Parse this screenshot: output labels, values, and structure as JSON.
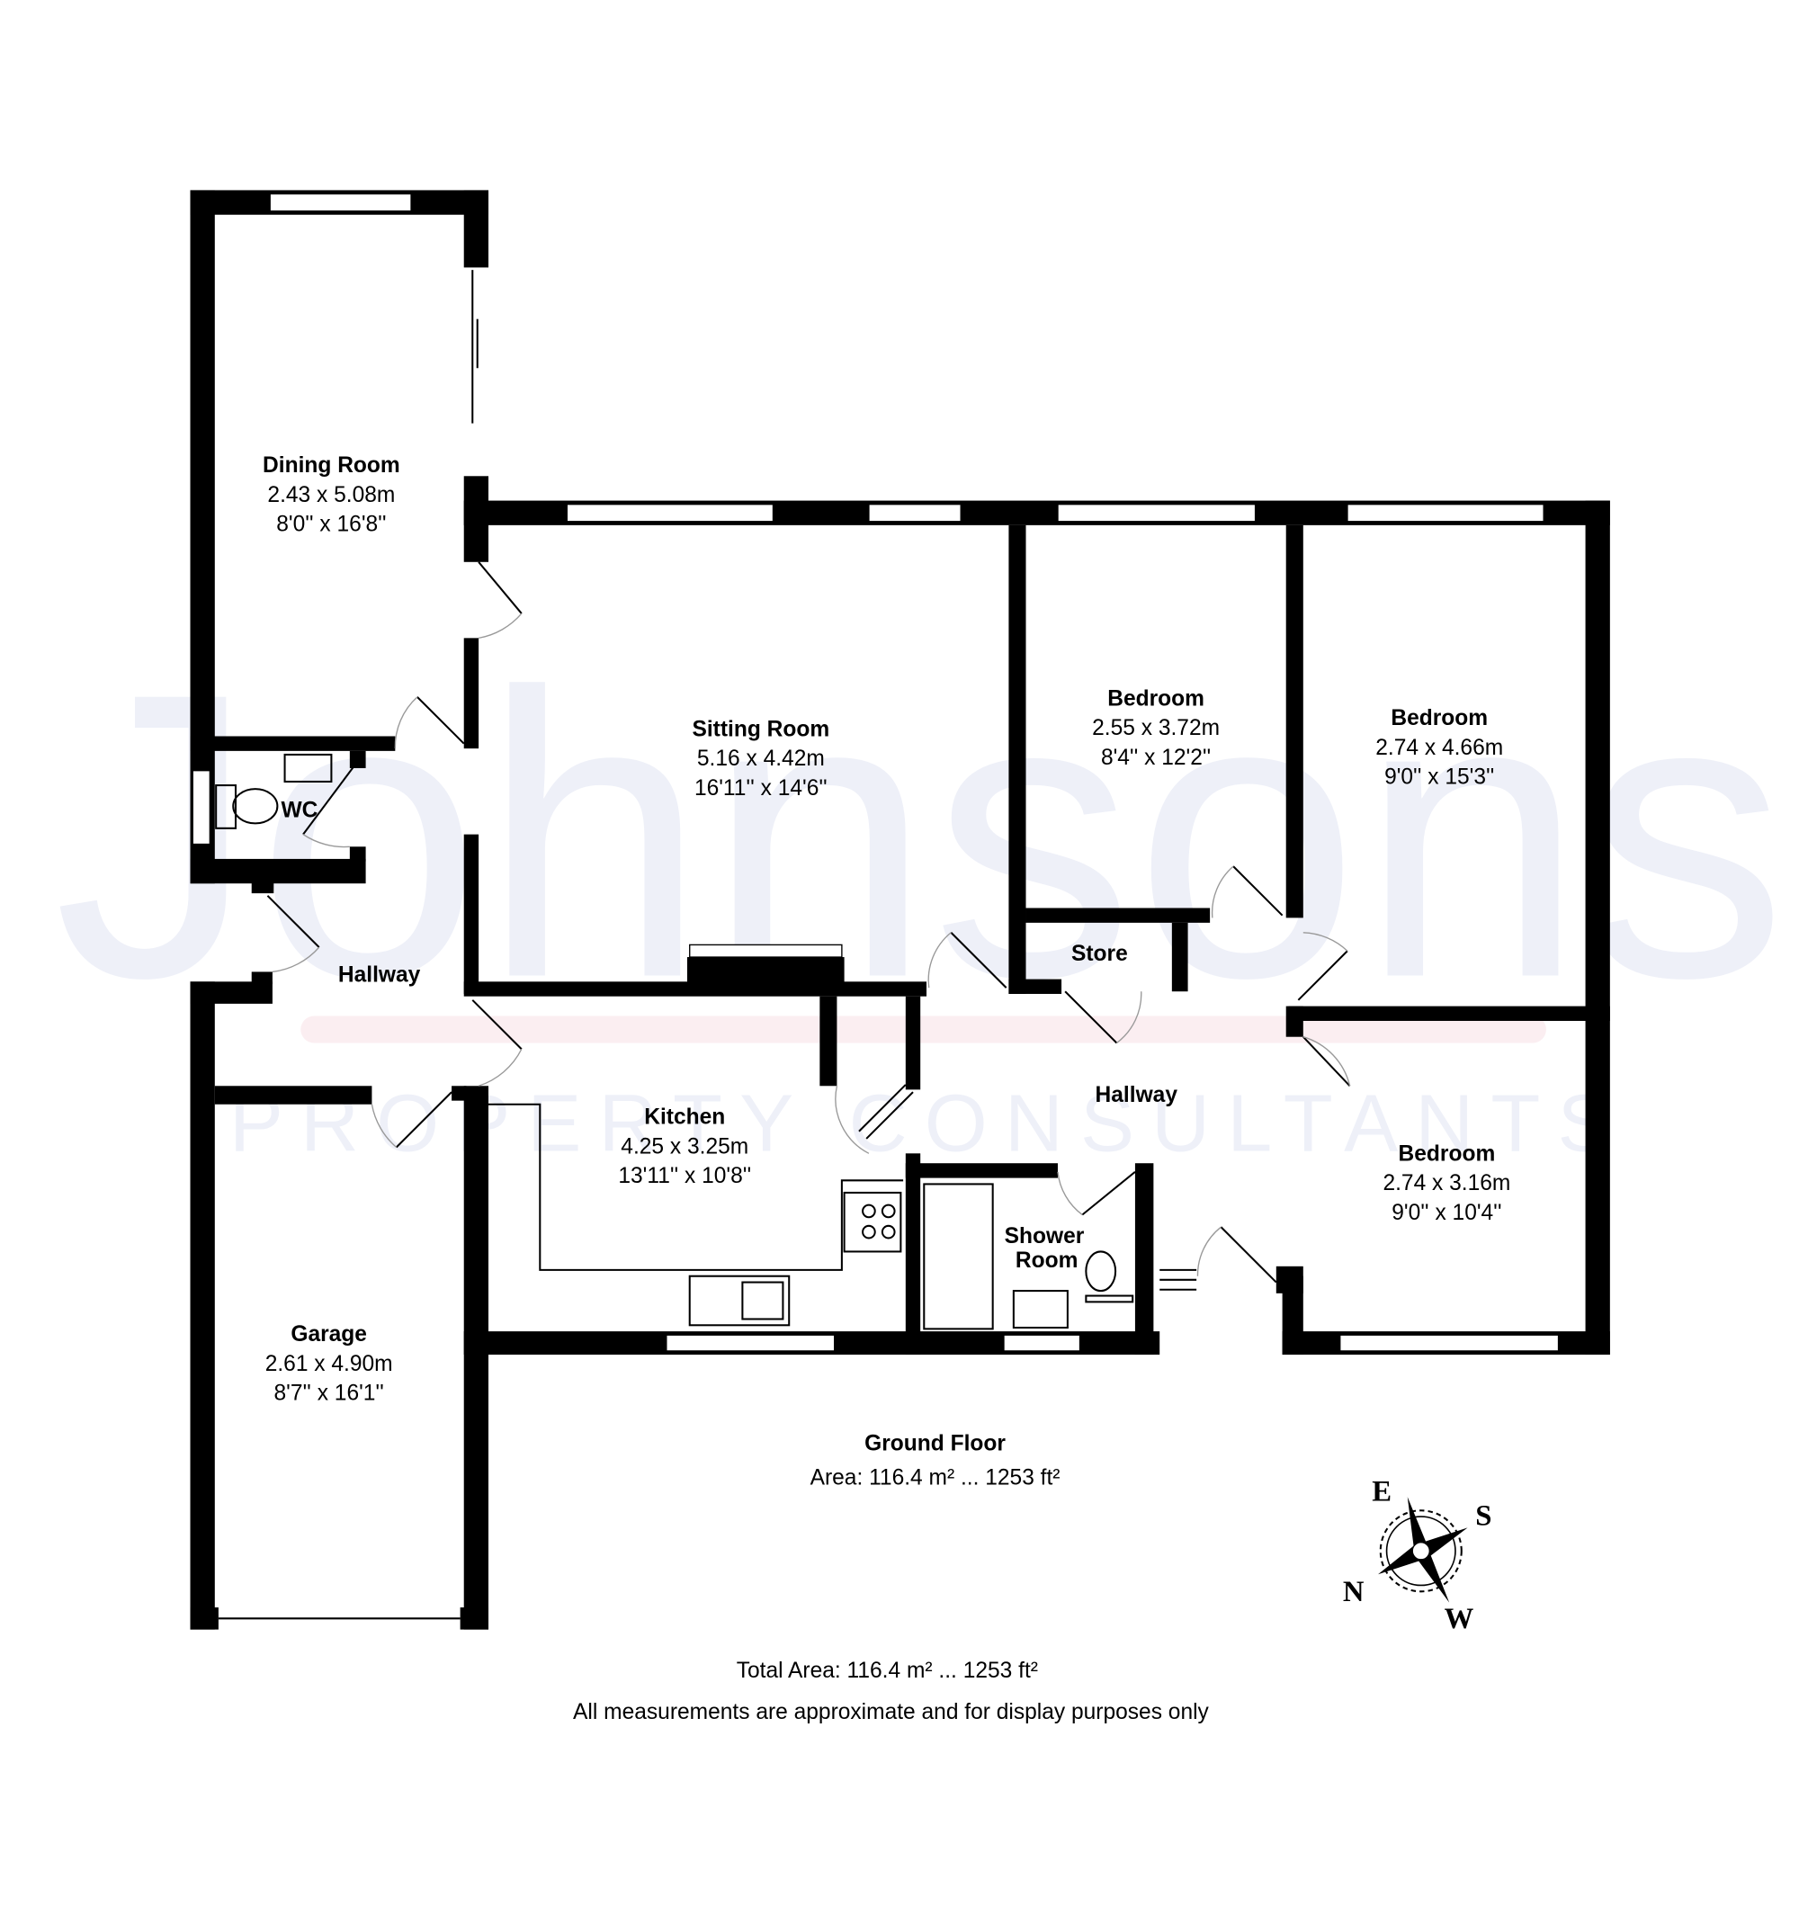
{
  "watermark": {
    "brand": "Johnsons",
    "tagline": "PROPERTY CONSULTANTS"
  },
  "rooms": [
    {
      "name": "Dining Room",
      "metric": "2.43 x 5.08m",
      "imperial": "8'0'' x 16'8''"
    },
    {
      "name": "Sitting Room",
      "metric": "5.16 x 4.42m",
      "imperial": "16'11'' x 14'6''"
    },
    {
      "name": "Bedroom",
      "metric": "2.55 x 3.72m",
      "imperial": "8'4'' x 12'2''"
    },
    {
      "name": "Bedroom",
      "metric": "2.74 x 4.66m",
      "imperial": "9'0'' x 15'3''"
    },
    {
      "name": "Bedroom",
      "metric": "2.74 x 3.16m",
      "imperial": "9'0'' x 10'4''"
    },
    {
      "name": "Kitchen",
      "metric": "4.25 x 3.25m",
      "imperial": "13'11'' x 10'8''"
    },
    {
      "name": "Garage",
      "metric": "2.61 x 4.90m",
      "imperial": "8'7'' x 16'1''"
    }
  ],
  "labels": {
    "wc": "WC",
    "hallway_left": "Hallway",
    "hallway_right": "Hallway",
    "store": "Store",
    "shower_1": "Shower",
    "shower_2": "Room"
  },
  "floor": {
    "name": "Ground Floor",
    "area": "Area: 116.4 m² ... 1253 ft²"
  },
  "total_area": "Total Area: 116.4 m² ... 1253 ft²",
  "disclaimer": "All measurements are approximate and for display purposes only",
  "compass": {
    "n": "N",
    "e": "E",
    "s": "S",
    "w": "W"
  }
}
